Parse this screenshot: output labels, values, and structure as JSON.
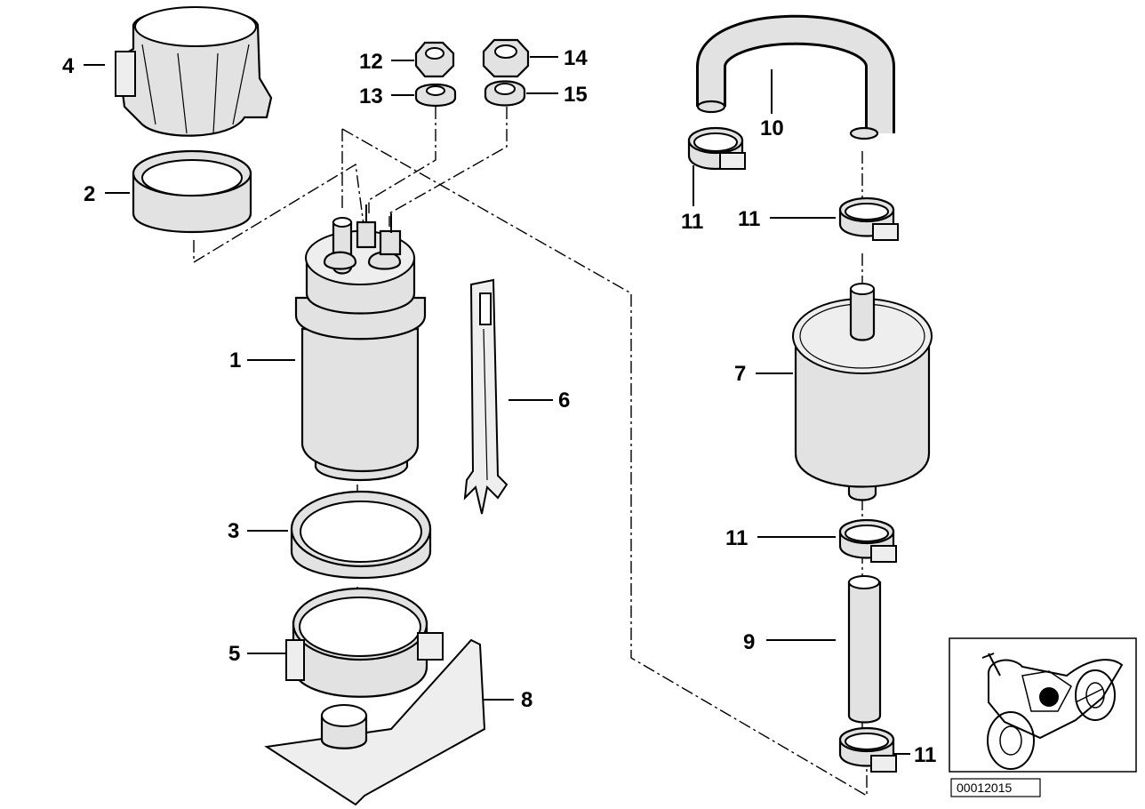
{
  "callouts": {
    "c1": "1",
    "c2": "2",
    "c3": "3",
    "c4": "4",
    "c5": "5",
    "c6": "6",
    "c7": "7",
    "c8": "8",
    "c9": "9",
    "c10": "10",
    "c11a": "11",
    "c11b": "11",
    "c11c": "11",
    "c11d": "11",
    "c12": "12",
    "c13": "13",
    "c14": "14",
    "c15": "15"
  },
  "document_number": "00012015",
  "colors": {
    "line": "#000000",
    "part_shading": "#e2e2e2",
    "background": "#ffffff",
    "location_dot": "#000000"
  }
}
